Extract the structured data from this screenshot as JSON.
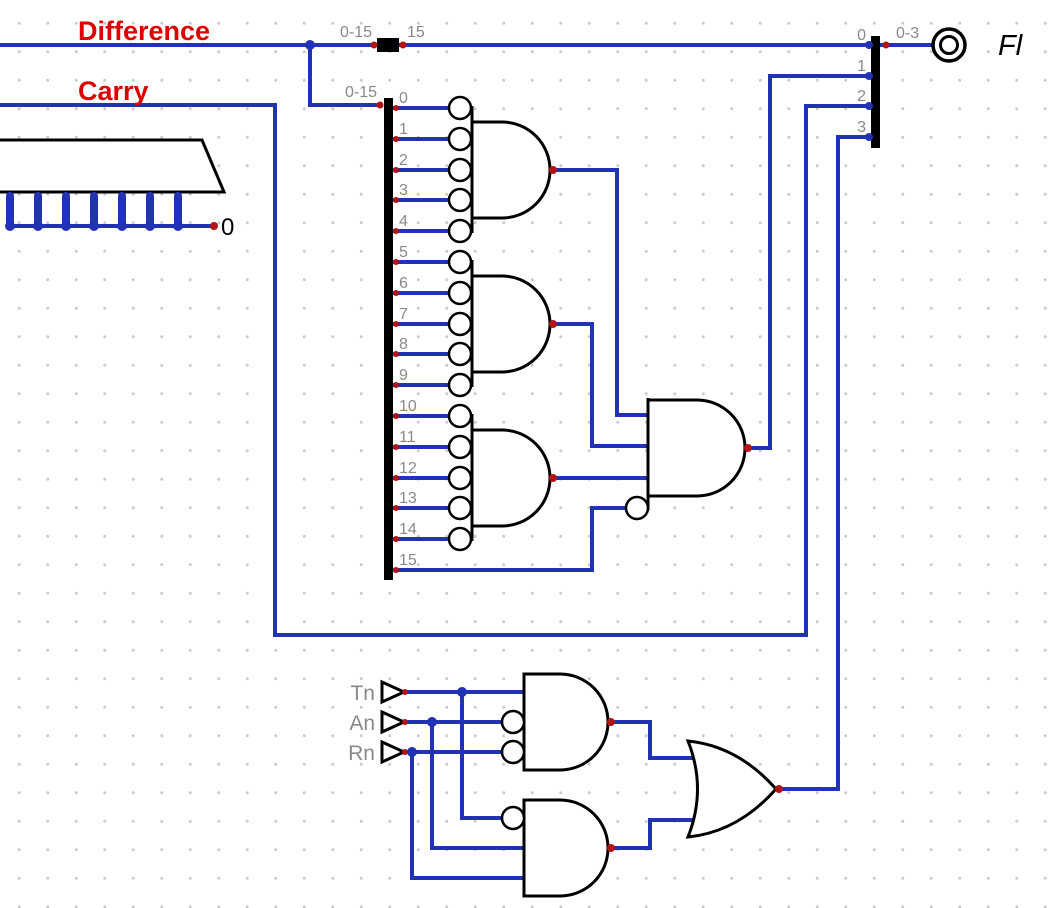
{
  "annotations": {
    "difference": "Difference",
    "carry": "Carry"
  },
  "left_component": {
    "wire_label": "0"
  },
  "inline_splitter": {
    "input_label": "0-15",
    "output_label": "15"
  },
  "input_splitter": {
    "input_label": "0-15",
    "pin_labels": [
      "0",
      "1",
      "2",
      "3",
      "4",
      "5",
      "6",
      "7",
      "8",
      "9",
      "10",
      "11",
      "12",
      "13",
      "14",
      "15"
    ]
  },
  "output_splitter": {
    "pin_labels": [
      "0",
      "1",
      "2",
      "3"
    ],
    "output_label": "0-3"
  },
  "output_pin": {
    "label": "Fl"
  },
  "tunnels": [
    "Tn",
    "An",
    "Rn"
  ],
  "colors": {
    "wire_blue": "#2232b4",
    "pin_red": "#b01414",
    "label_red": "#dd0000",
    "label_gray": "#898989",
    "component_black": "#000000",
    "grid_dot": "#c9c9c9"
  }
}
